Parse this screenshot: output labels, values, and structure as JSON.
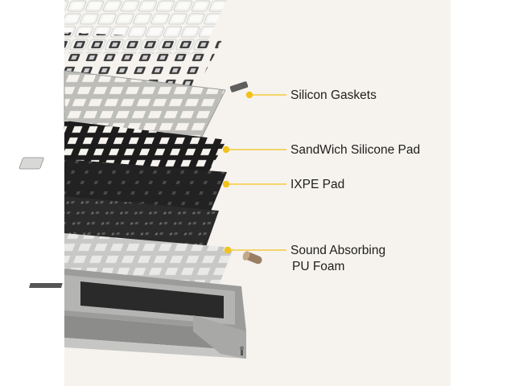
{
  "diagram": {
    "accent_color": "#f2c21b",
    "background_color": "#f6f3ee",
    "callouts": [
      {
        "id": "gaskets",
        "label": "Silicon Gaskets"
      },
      {
        "id": "sandwich",
        "label": "SandWich Silicone Pad"
      },
      {
        "id": "ixpe",
        "label": "IXPE Pad"
      },
      {
        "id": "foam",
        "label_line1": "Sound Absorbing",
        "label_line2": "PU Foam"
      }
    ],
    "layers": [
      {
        "name": "keycaps-layer",
        "icon": "keycap-icon"
      },
      {
        "name": "switches-layer",
        "icon": "switch-icon"
      },
      {
        "name": "plate-layer",
        "icon": "plate-icon"
      },
      {
        "name": "sandwich-pad-layer",
        "icon": "pad-icon"
      },
      {
        "name": "ixpe-pad-layer",
        "icon": "pad-icon"
      },
      {
        "name": "pcb-layer",
        "icon": "pcb-icon"
      },
      {
        "name": "foam-layer",
        "icon": "foam-icon"
      },
      {
        "name": "bottom-case-layer",
        "icon": "case-icon"
      }
    ]
  }
}
